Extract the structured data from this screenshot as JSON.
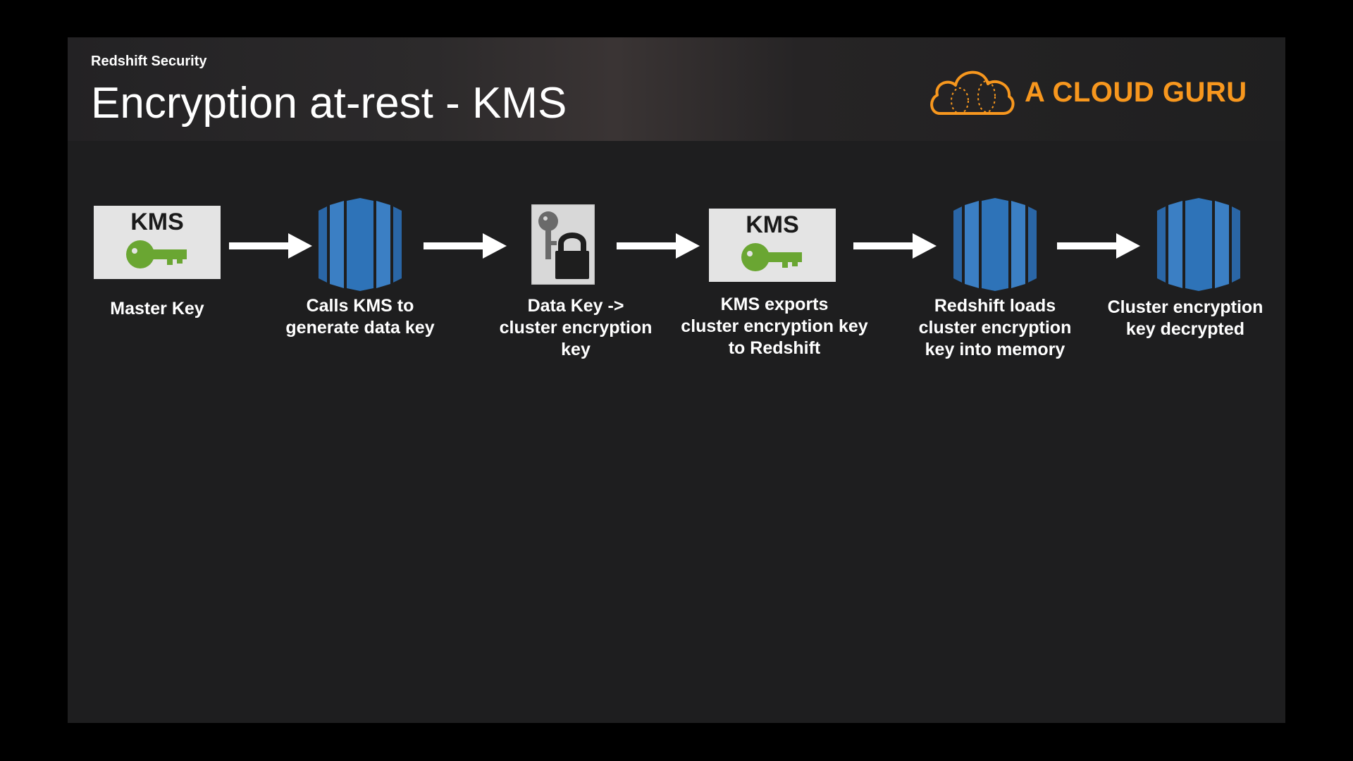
{
  "header": {
    "subtitle": "Redshift Security",
    "title": "Encryption at-rest - KMS",
    "brand": "A CLOUD GURU"
  },
  "colors": {
    "brand_orange": "#f7971e",
    "redshift_blue": "#2e73b8",
    "key_green": "#6aa632",
    "slide_bg": "#1e1e1f"
  },
  "flow": {
    "steps": [
      {
        "icon": "kms-key-icon",
        "icon_text": "KMS",
        "label": "Master Key"
      },
      {
        "icon": "redshift-icon",
        "label": "Calls KMS to\ngenerate data key"
      },
      {
        "icon": "key-lock-icon",
        "label": "Data Key ->\ncluster encryption\nkey"
      },
      {
        "icon": "kms-key-icon",
        "icon_text": "KMS",
        "label": "KMS exports\ncluster encryption key\nto Redshift"
      },
      {
        "icon": "redshift-icon",
        "label": "Redshift loads\ncluster encryption\nkey into memory"
      },
      {
        "icon": "redshift-icon",
        "label": "Cluster encryption\nkey decrypted"
      }
    ]
  }
}
